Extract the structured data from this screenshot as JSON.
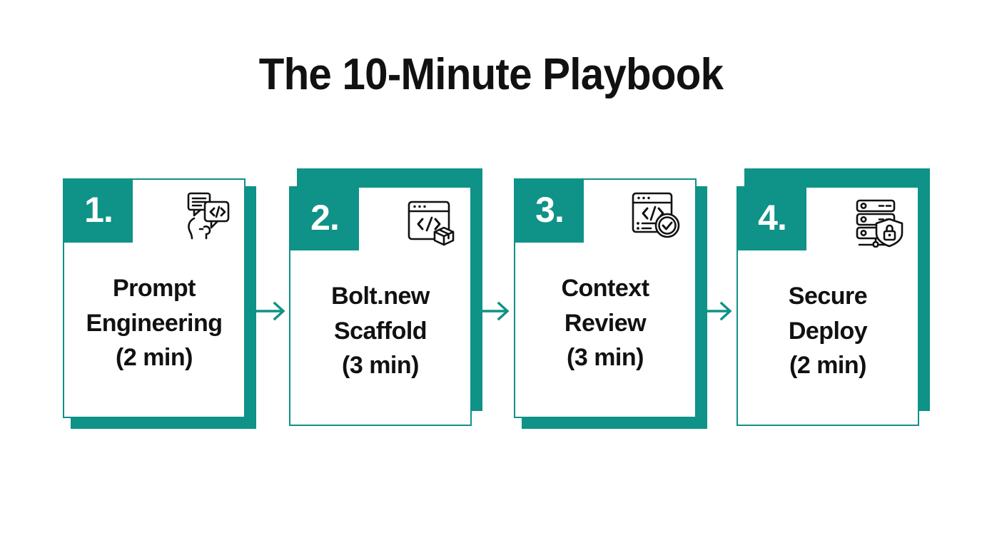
{
  "page": {
    "background_color": "#ffffff",
    "accent_color": "#0f9287",
    "text_color": "#111111",
    "title": "The 10-Minute Playbook"
  },
  "flow": {
    "connector_icon": "arrow-right-icon",
    "connector_color": "#0f9287",
    "steps": [
      {
        "number": "1.",
        "label": "Prompt\nEngineering\n(2 min)",
        "title": "Prompt Engineering",
        "duration": "(2 min)",
        "icon": "prompt-speech-bubbles-icon",
        "shadow_direction": "down"
      },
      {
        "number": "2.",
        "label": "Bolt.new\nScaffold\n(3 min)",
        "title": "Bolt.new Scaffold",
        "duration": "(3 min)",
        "icon": "code-window-package-icon",
        "shadow_direction": "up"
      },
      {
        "number": "3.",
        "label": "Context\nReview\n(3 min)",
        "title": "Context Review",
        "duration": "(3 min)",
        "icon": "code-window-check-icon",
        "shadow_direction": "down"
      },
      {
        "number": "4.",
        "label": "Secure\nDeploy\n(2 min)",
        "title": "Secure Deploy",
        "duration": "(2 min)",
        "icon": "server-shield-lock-icon",
        "shadow_direction": "up"
      }
    ]
  }
}
